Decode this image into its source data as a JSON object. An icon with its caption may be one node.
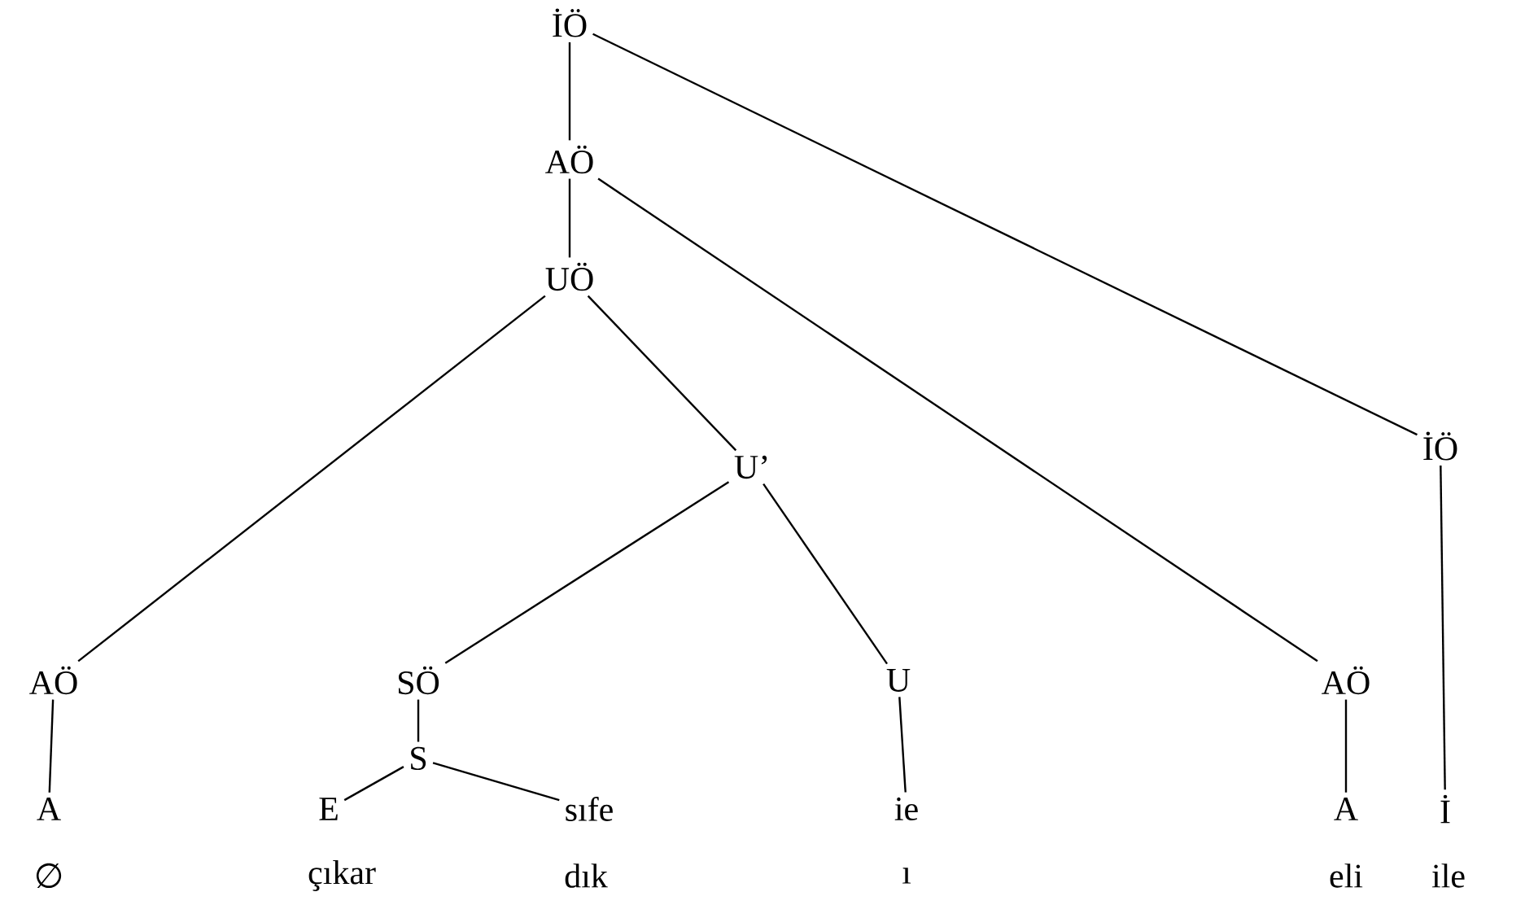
{
  "diagram": {
    "nodes": [
      {
        "text": [
          "İÖ"
        ]
      },
      {
        "text": [
          "AÖ"
        ]
      },
      {
        "text": [
          "UÖ"
        ]
      },
      {
        "text": [
          "U’"
        ]
      },
      {
        "text": [
          "İÖ"
        ]
      },
      {
        "text": [
          "AÖ"
        ]
      },
      {
        "text": [
          "SÖ"
        ]
      },
      {
        "text": [
          "U"
        ]
      },
      {
        "text": [
          "AÖ"
        ]
      },
      {
        "text": [
          "S"
        ]
      },
      {
        "text": [
          "A"
        ]
      },
      {
        "text": [
          "E"
        ]
      },
      {
        "text": [
          "sıfe"
        ]
      },
      {
        "text": [
          "ie"
        ]
      },
      {
        "text": [
          "A"
        ]
      },
      {
        "text": [
          "İ"
        ]
      }
    ],
    "edges": [
      {
        "from": 0,
        "to": 1,
        "arrow": "none"
      },
      {
        "from": 0,
        "to": 4,
        "arrow": "none"
      },
      {
        "from": 1,
        "to": 2,
        "arrow": "none"
      },
      {
        "from": 1,
        "to": 8,
        "arrow": "none"
      },
      {
        "from": 2,
        "to": 5,
        "arrow": "none"
      },
      {
        "from": 2,
        "to": 3,
        "arrow": "none"
      },
      {
        "from": 3,
        "to": 6,
        "arrow": "none"
      },
      {
        "from": 3,
        "to": 7,
        "arrow": "none"
      },
      {
        "from": 6,
        "to": 9,
        "arrow": "none"
      },
      {
        "from": 9,
        "to": 11,
        "arrow": "none"
      },
      {
        "from": 9,
        "to": 12,
        "arrow": "none"
      },
      {
        "from": 5,
        "to": 10,
        "arrow": "none"
      },
      {
        "from": 7,
        "to": 13,
        "arrow": "none"
      },
      {
        "from": 8,
        "to": 14,
        "arrow": "none"
      },
      {
        "from": 4,
        "to": 15,
        "arrow": "none"
      }
    ],
    "labels": [
      "∅",
      "çıkar",
      "dık",
      "ı",
      "eli",
      "ile"
    ]
  }
}
